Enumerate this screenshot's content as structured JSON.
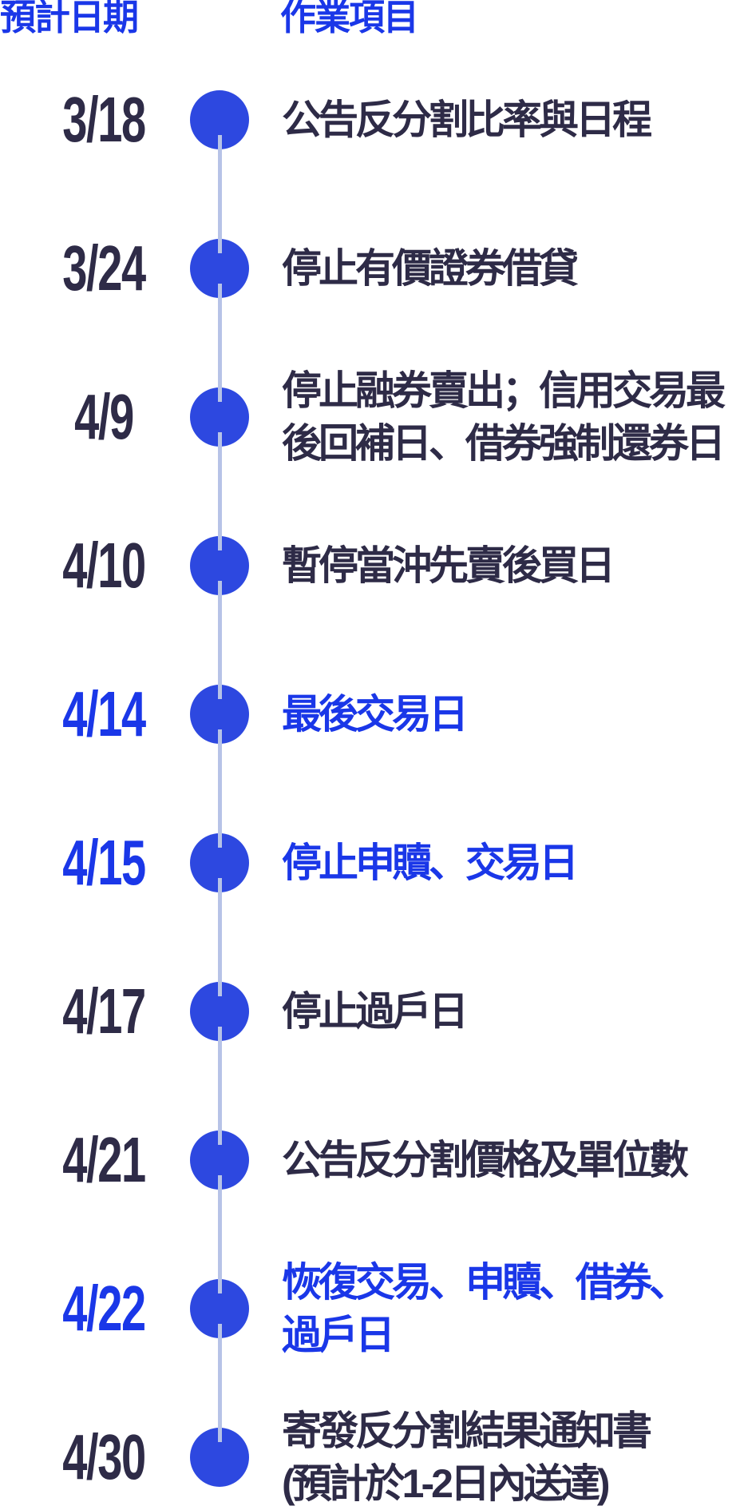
{
  "header": {
    "date_column": "預計日期",
    "task_column": "作業項目"
  },
  "colors": {
    "accent_blue_text": "#1a37e8",
    "dot_blue": "#2d48e0",
    "connector_line": "#b7c3e7",
    "dark_navy_text": "#2e2b47",
    "background": "#ffffff"
  },
  "timeline": {
    "items": [
      {
        "date": "3/18",
        "task": "公告反分割比率與日程",
        "highlight": false
      },
      {
        "date": "3/24",
        "task": "停止有價證券借貸",
        "highlight": false
      },
      {
        "date": "4/9",
        "task": "停止融券賣出；信用交易最\n後回補日、借券強制還券日",
        "highlight": false
      },
      {
        "date": "4/10",
        "task": "暫停當沖先賣後買日",
        "highlight": false
      },
      {
        "date": "4/14",
        "task": "最後交易日",
        "highlight": true
      },
      {
        "date": "4/15",
        "task": "停止申贖、交易日",
        "highlight": true
      },
      {
        "date": "4/17",
        "task": "停止過戶日",
        "highlight": false
      },
      {
        "date": "4/21",
        "task": "公告反分割價格及單位數",
        "highlight": false
      },
      {
        "date": "4/22",
        "task": "恢復交易、申贖、借券、\n過戶日",
        "highlight": true
      },
      {
        "date": "4/30",
        "task": "寄發反分割結果通知書\n(預計於1-2日內送達)",
        "highlight": false
      }
    ]
  }
}
